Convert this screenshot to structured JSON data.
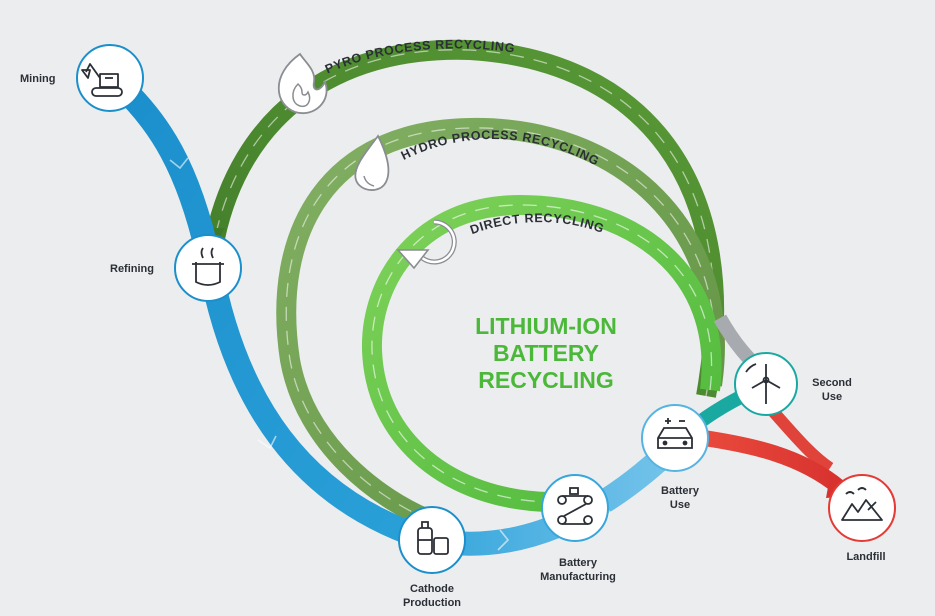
{
  "title": {
    "line1": "LITHIUM-ION",
    "line2": "BATTERY",
    "line3": "RECYCLING"
  },
  "nodes": {
    "mining": {
      "label": "Mining",
      "icon": "excavator-icon"
    },
    "refining": {
      "label": "Refining",
      "icon": "refining-vessel-icon"
    },
    "cathode": {
      "line1": "Cathode",
      "line2": "Production",
      "icon": "cathode-tanks-icon"
    },
    "manufacturing": {
      "line1": "Battery",
      "line2": "Manufacturing",
      "icon": "conveyor-icon"
    },
    "battery_use": {
      "line1": "Battery",
      "line2": "Use",
      "icon": "electric-car-icon"
    },
    "second_use": {
      "line1": "Second",
      "line2": "Use",
      "icon": "wind-turbine-icon"
    },
    "landfill": {
      "label": "Landfill",
      "icon": "landfill-icon"
    }
  },
  "loops": {
    "pyro": "PYRO PROCESS RECYCLING",
    "hydro": "HYDRO PROCESS RECYCLING",
    "direct": "DIRECT RECYCLING"
  },
  "colors": {
    "blue": "#1b8fcc",
    "light_blue": "#55b4e2",
    "pyro_green": "#4f8a30",
    "hydro_green": "#6d9c4f",
    "direct_green": "#5dc43a",
    "title_green": "#4cb83a",
    "teal": "#1aa9a0",
    "red": "#e53a35",
    "gray": "#a7aaae"
  }
}
